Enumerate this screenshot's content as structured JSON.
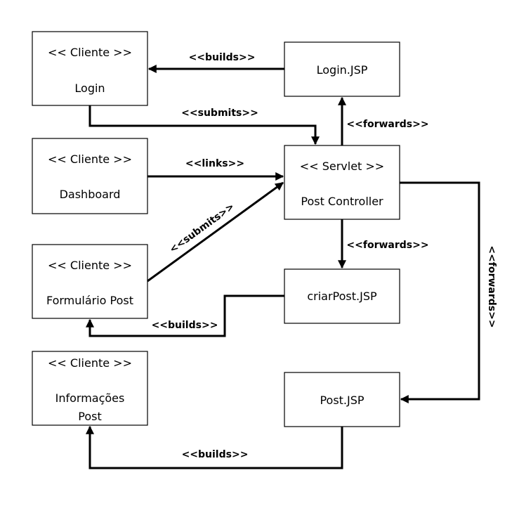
{
  "nodes": {
    "login": {
      "stereotype": "<< Cliente >>",
      "name": "Login"
    },
    "dashboard": {
      "stereotype": "<< Cliente >>",
      "name": "Dashboard"
    },
    "formulario": {
      "stereotype": "<< Cliente >>",
      "name": "Formulário Post"
    },
    "informacoes": {
      "stereotype": "<< Cliente >>",
      "name_line1": "Informações",
      "name_line2": "Post"
    },
    "login_jsp": {
      "name": "Login.JSP"
    },
    "servlet": {
      "stereotype": "<< Servlet >>",
      "name": "Post Controller"
    },
    "criar_jsp": {
      "name": "criarPost.JSP"
    },
    "post_jsp": {
      "name": "Post.JSP"
    }
  },
  "edges": {
    "login_jsp_builds_login": "<<builds>>",
    "login_submits_servlet": "<<submits>>",
    "servlet_forwards_login_jsp": "<<forwards>>",
    "dashboard_links_servlet": "<<links>>",
    "formulario_submits_servlet": "<<submits>>",
    "servlet_forwards_criar_jsp": "<<forwards>>",
    "criar_jsp_builds_formulario": "<<builds>>",
    "servlet_forwards_post_jsp": "<<forwards>>",
    "post_jsp_builds_informacoes": "<<builds>>"
  },
  "colors": {
    "stroke": "#000000",
    "fill": "#ffffff",
    "text": "#000000"
  }
}
